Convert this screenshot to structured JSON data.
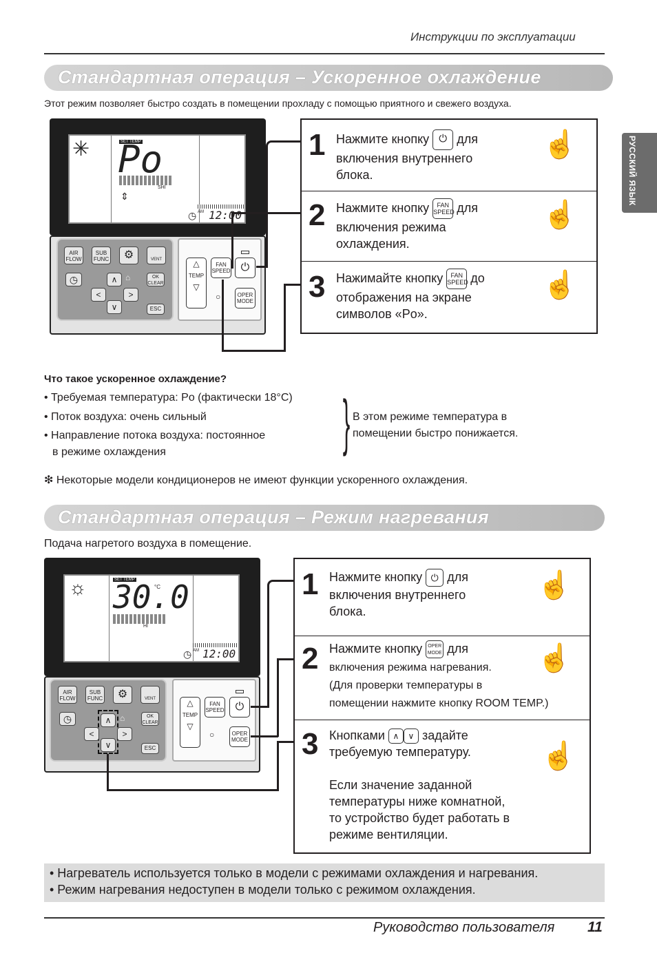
{
  "header": {
    "title": "Инструкции по эксплуатации"
  },
  "side_tab": {
    "label": "РУССКИЙ ЯЗЫК"
  },
  "section1": {
    "title": "Стандартная операция – Ускоренное охлаждение",
    "intro": "Этот режим позволяет быстро создать в помещении прохладу с помощью приятного и свежего воздуха.",
    "display": {
      "set_temp": "SET TEMP",
      "value": "Po",
      "fan_label": "SHI",
      "clock": "12:00",
      "am": "AM"
    },
    "steps": [
      {
        "num": "1",
        "line1_a": "Нажмите кнопку",
        "line1_b": "для",
        "line2": "включения внутреннего",
        "line3": "блока."
      },
      {
        "num": "2",
        "line1_a": "Нажмите кнопку",
        "line1_b": "для",
        "line2": "включения режима",
        "line3": "охлаждения."
      },
      {
        "num": "3",
        "line1_a": "Нажимайте кнопку",
        "line1_b": "до",
        "line2": "отображения на экране",
        "line3": "символов «Po»."
      }
    ],
    "faq_title": "Что такое ускоренное охлаждение?",
    "faq_items": [
      "• Требуемая температура: Po (фактически 18°C)",
      "• Поток воздуха: очень сильный",
      "• Направление потока воздуха: постоянное",
      "в режиме охлаждения"
    ],
    "faq_note_1": "В этом режиме температура в",
    "faq_note_2": "помещении быстро понижается.",
    "footnote": "❇ Некоторые модели кондиционеров не имеют функции ускоренного охлаждения."
  },
  "section2": {
    "title": "Стандартная операция – Режим нагревания",
    "intro": "Подача нагретого воздуха в помещение.",
    "display": {
      "set_temp": "SET TEMP",
      "value": "30.0",
      "unit": "°C",
      "fan_label": "HI",
      "clock": "12:00",
      "am": "AM"
    },
    "steps": [
      {
        "num": "1",
        "line1_a": "Нажмите кнопку",
        "line1_b": "для",
        "line2": "включения внутреннего",
        "line3": "блока."
      },
      {
        "num": "2",
        "line1_a": "Нажмите кнопку",
        "line1_b": "для",
        "line2": "включения режима нагревания.",
        "line3": "(Для проверки температуры в",
        "line4": "помещении нажмите кнопку ROOM TEMP.)"
      },
      {
        "num": "3",
        "line1_a": "Кнопками",
        "line1_b": "задайте",
        "line2": "требуемую температуру.",
        "line3": "Если значение заданной",
        "line4": "температуры ниже комнатной,",
        "line5": "то устройство будет работать в",
        "line6": "режиме вентиляции."
      }
    ]
  },
  "remote": {
    "air_flow": "AIR FLOW",
    "sub_func": "SUB FUNC",
    "vent": "VENT",
    "ok_clear": "OK CLEAR",
    "esc": "ESC",
    "temp": "TEMP",
    "fan_speed": "FAN SPEED",
    "oper_mode": "OPER MODE"
  },
  "notes": [
    "• Нагреватель используется только в модели с режимами охлаждения и нагревания.",
    "• Режим нагревания недоступен в модели только с режимом охлаждения."
  ],
  "footer": {
    "label": "Руководство пользователя",
    "page": "11"
  }
}
